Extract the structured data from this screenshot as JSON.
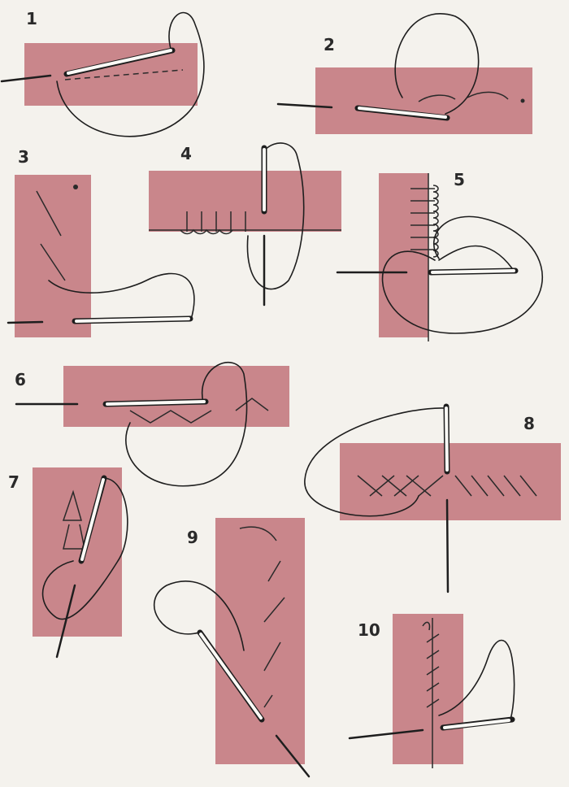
{
  "colors": {
    "fabric": "#c9868b",
    "background": "#f4f2ed",
    "ink": "#1e1e1e"
  },
  "figures": [
    {
      "label": "1"
    },
    {
      "label": "2"
    },
    {
      "label": "3"
    },
    {
      "label": "4"
    },
    {
      "label": "5"
    },
    {
      "label": "6"
    },
    {
      "label": "7"
    },
    {
      "label": "8"
    },
    {
      "label": "9"
    },
    {
      "label": "10"
    }
  ]
}
